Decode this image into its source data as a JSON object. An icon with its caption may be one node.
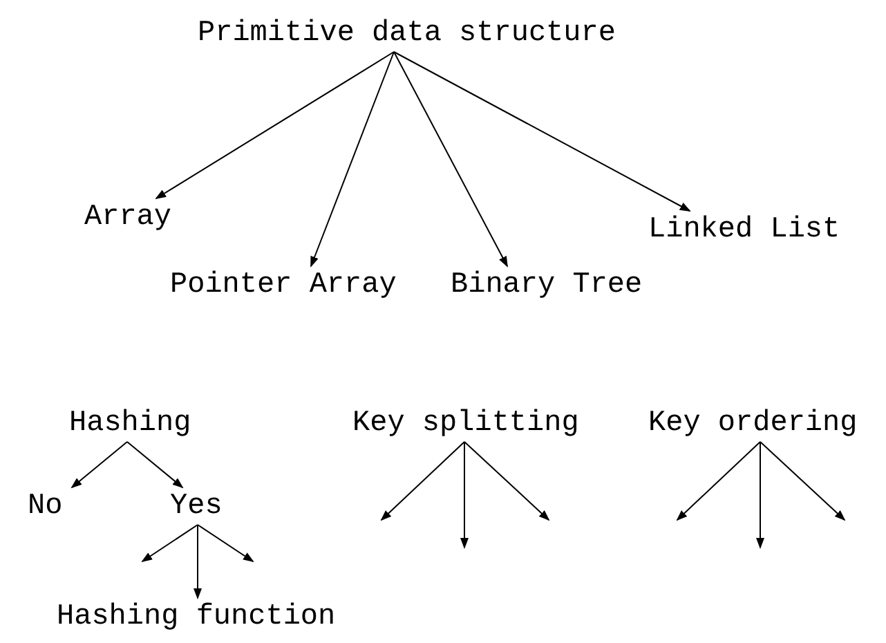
{
  "diagram": {
    "nodes": [
      {
        "text": [
          "Primitive data structure"
        ]
      },
      {
        "text": [
          "Array"
        ]
      },
      {
        "text": [
          "Pointer Array"
        ]
      },
      {
        "text": [
          "Binary Tree"
        ]
      },
      {
        "text": [
          "Linked List"
        ]
      },
      {
        "text": [
          "Hashing"
        ]
      },
      {
        "text": [
          "No"
        ]
      },
      {
        "text": [
          "Yes"
        ]
      },
      {
        "text": [
          "Hashing function"
        ]
      },
      {
        "text": [
          "Key splitting"
        ]
      },
      {
        "text": [
          "Key ordering"
        ]
      }
    ],
    "edges": [
      {
        "from": 0,
        "to": 1,
        "arrow": "to"
      },
      {
        "from": 0,
        "to": 2,
        "arrow": "to"
      },
      {
        "from": 0,
        "to": 3,
        "arrow": "to"
      },
      {
        "from": 0,
        "to": 4,
        "arrow": "to"
      },
      {
        "from": 5,
        "to": 6,
        "arrow": "to"
      },
      {
        "from": 5,
        "to": 7,
        "arrow": "to"
      },
      {
        "from": 7,
        "to": 8,
        "arrow": "to"
      },
      {
        "from": 7,
        "to": 8,
        "arrow": "to"
      },
      {
        "from": 7,
        "to": 8,
        "arrow": "to"
      },
      {
        "from": 9,
        "to": null,
        "arrow": "to"
      },
      {
        "from": 9,
        "to": null,
        "arrow": "to"
      },
      {
        "from": 9,
        "to": null,
        "arrow": "to"
      },
      {
        "from": 10,
        "to": null,
        "arrow": "to"
      },
      {
        "from": 10,
        "to": null,
        "arrow": "to"
      },
      {
        "from": 10,
        "to": null,
        "arrow": "to"
      }
    ]
  }
}
